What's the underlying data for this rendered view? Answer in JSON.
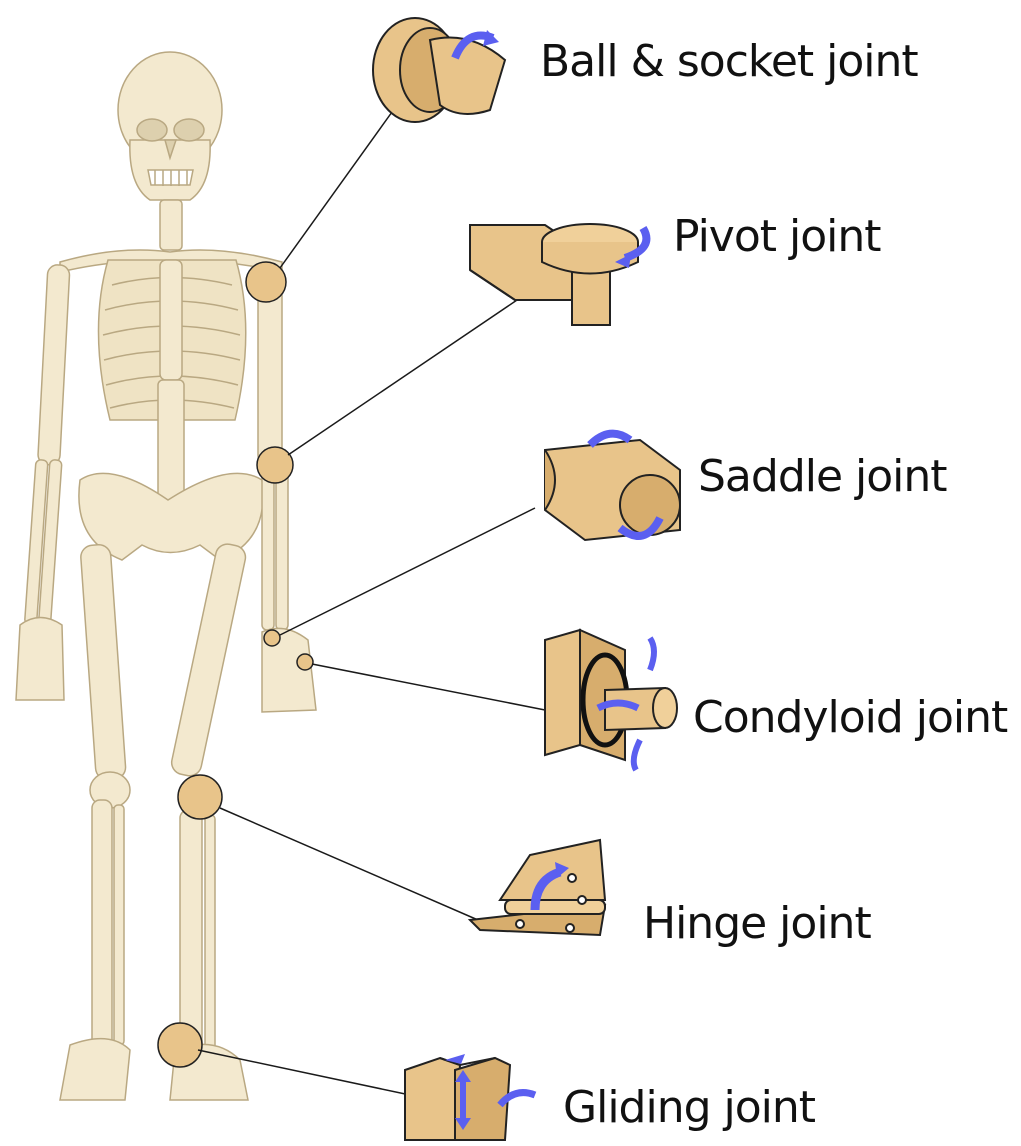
{
  "diagram": {
    "joints": [
      {
        "name": "Ball & socket joint"
      },
      {
        "name": "Pivot joint"
      },
      {
        "name": "Saddle joint"
      },
      {
        "name": "Condyloid joint"
      },
      {
        "name": "Hinge joint"
      },
      {
        "name": "Gliding joint"
      }
    ]
  },
  "colors": {
    "bone": "#f3e9cf",
    "bone_outline": "#b9a882",
    "block": "#e8c48a",
    "block_dark": "#c9a066",
    "arrow": "#5b5ff0",
    "leader": "#1a1a1a"
  }
}
